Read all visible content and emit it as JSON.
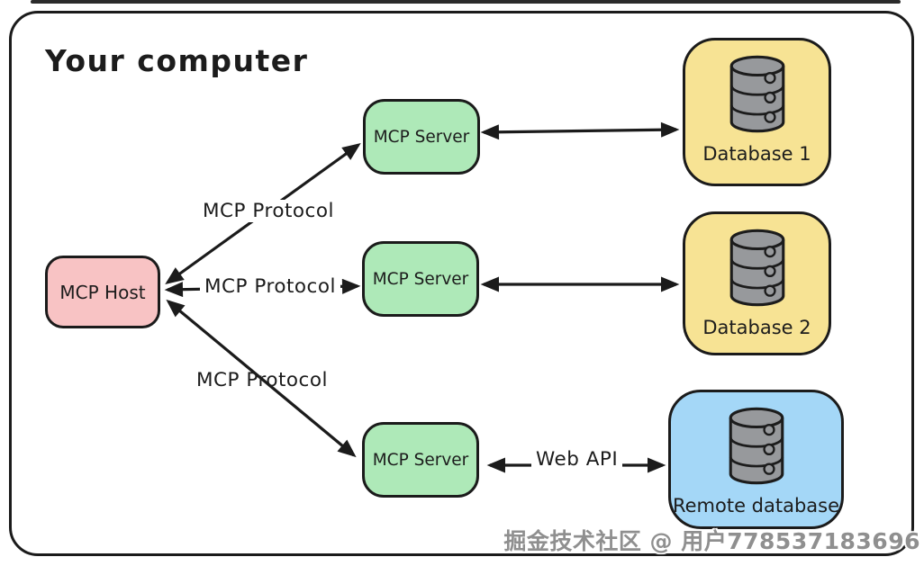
{
  "diagram": {
    "boundary_label": "Your computer",
    "nodes": [
      {
        "id": "host",
        "label": "MCP Host",
        "fill": "#f8c3c4"
      },
      {
        "id": "server1",
        "label": "MCP Server",
        "fill": "#aee9b8"
      },
      {
        "id": "server2",
        "label": "MCP Server",
        "fill": "#aee9b8"
      },
      {
        "id": "server3",
        "label": "MCP Server",
        "fill": "#aee9b8"
      },
      {
        "id": "db1",
        "label": "Database 1",
        "fill": "#f7e394",
        "icon": "database-cylinder-icon"
      },
      {
        "id": "db2",
        "label": "Database 2",
        "fill": "#f7e394",
        "icon": "database-cylinder-icon"
      },
      {
        "id": "remote",
        "label": "Remote database",
        "fill": "#a4d7f7",
        "icon": "database-cylinder-icon"
      }
    ],
    "edges": [
      {
        "from": "host",
        "to": "server1",
        "label": "MCP Protocol",
        "bidirectional": true
      },
      {
        "from": "host",
        "to": "server2",
        "label": "MCP Protocol",
        "bidirectional": true
      },
      {
        "from": "host",
        "to": "server3",
        "label": "MCP Protocol",
        "bidirectional": true
      },
      {
        "from": "server1",
        "to": "db1",
        "label": "",
        "bidirectional": true
      },
      {
        "from": "server2",
        "to": "db2",
        "label": "",
        "bidirectional": true
      },
      {
        "from": "server3",
        "to": "remote",
        "label": "Web API",
        "bidirectional": true
      }
    ],
    "colors": {
      "stroke": "#1b1b1b",
      "cylinder_fill": "#97999c",
      "background": "#ffffff"
    }
  },
  "watermark": {
    "text": "掘金技术社区 @ 用户778537183696"
  }
}
